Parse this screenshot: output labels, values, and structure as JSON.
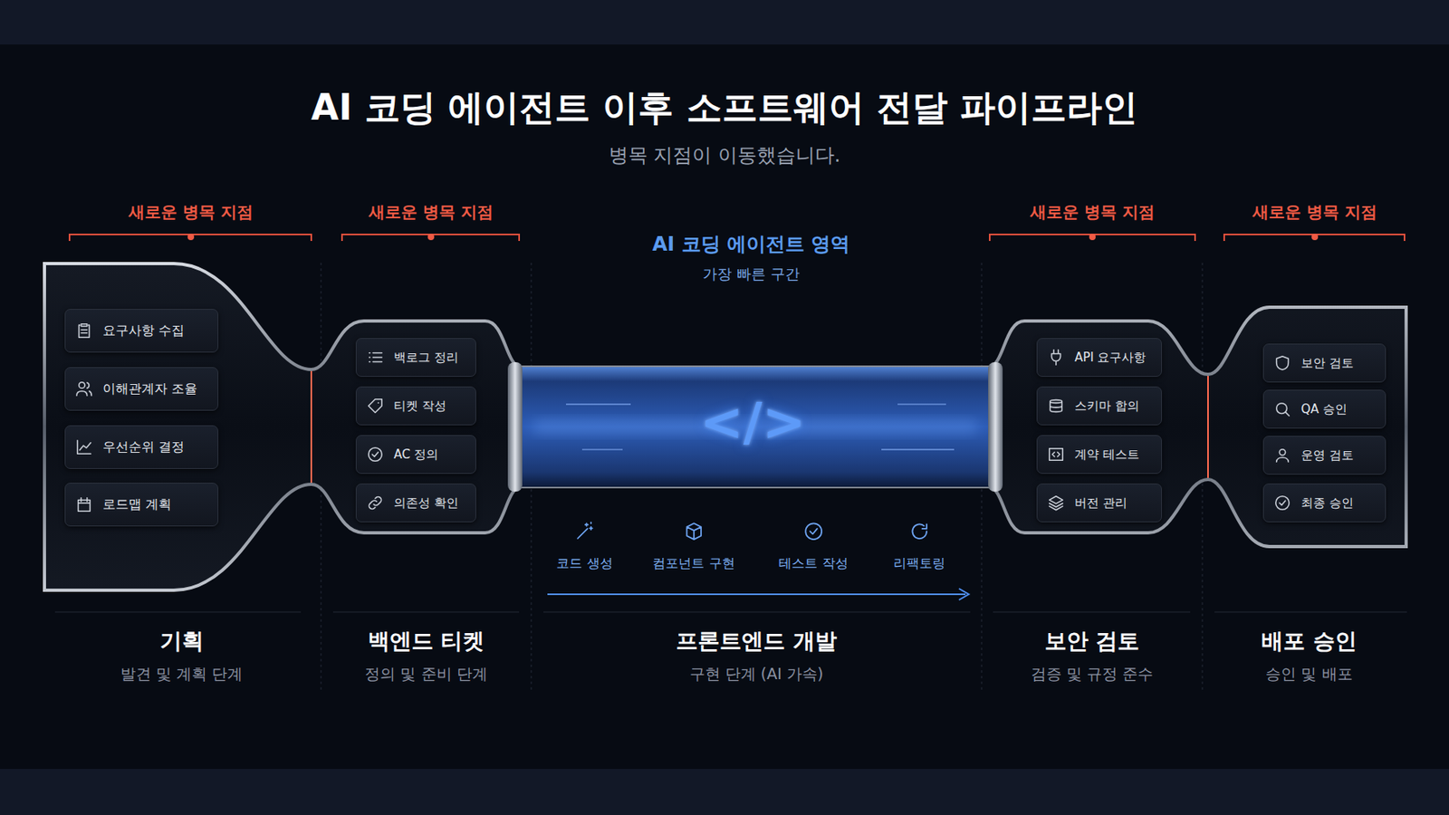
{
  "diagram": {
    "title": "AI 코딩 에이전트 이후 소프트웨어 전달 파이프라인",
    "caption": "병목 지점이 이동했습니다.",
    "nodes": [
      {
        "text": [
          "기획",
          "발견 및 계획 단계"
        ]
      },
      {
        "text": [
          "요구사항 수집"
        ],
        "in": 0
      },
      {
        "text": [
          "이해관계자 조율"
        ],
        "in": 0
      },
      {
        "text": [
          "우선순위 결정"
        ],
        "in": 0
      },
      {
        "text": [
          "로드맵 계획"
        ],
        "in": 0
      },
      {
        "text": [
          "백엔드 티켓",
          "정의 및 준비 단계"
        ]
      },
      {
        "text": [
          "백로그 정리"
        ],
        "in": 5
      },
      {
        "text": [
          "티켓 작성"
        ],
        "in": 5
      },
      {
        "text": [
          "AC 정의"
        ],
        "in": 5
      },
      {
        "text": [
          "의존성 확인"
        ],
        "in": 5
      },
      {
        "text": [
          "프론트엔드 개발",
          "구현 단계 (AI 가속)"
        ]
      },
      {
        "text": [
          "보안 검토",
          "검증 및 규정 준수"
        ]
      },
      {
        "text": [
          "API 요구사항"
        ],
        "in": 11
      },
      {
        "text": [
          "스키마 합의"
        ],
        "in": 11
      },
      {
        "text": [
          "계약 테스트"
        ],
        "in": 11
      },
      {
        "text": [
          "버전 관리"
        ],
        "in": 11
      },
      {
        "text": [
          "배포 승인",
          "승인 및 배포"
        ]
      },
      {
        "text": [
          "보안 검토"
        ],
        "in": 16
      },
      {
        "text": [
          "QA 승인"
        ],
        "in": 16
      },
      {
        "text": [
          "운영 검토"
        ],
        "in": 16
      },
      {
        "text": [
          "최종 승인"
        ],
        "in": 16
      }
    ],
    "labels": [
      "새로운 병목 지점",
      "새로운 병목 지점",
      "새로운 병목 지점",
      "새로운 병목 지점",
      "AI 코딩 에이전트 영역",
      "가장 빠른 구간",
      "</>",
      "코드 생성",
      "컴포넌트 구현",
      "테스트 작성",
      "리팩토링"
    ]
  }
}
